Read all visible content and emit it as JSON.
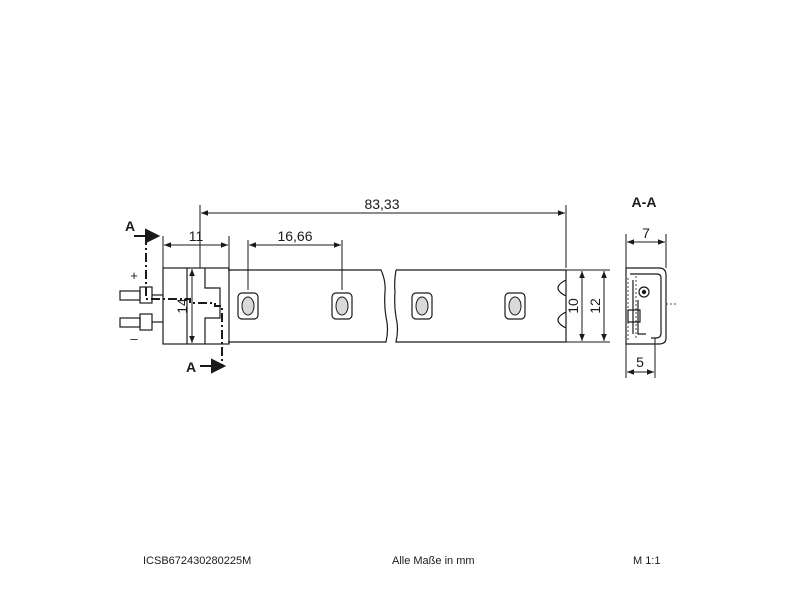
{
  "dimensions": {
    "total_length": "83,33",
    "connector_length": "11",
    "led_pitch": "16,66",
    "connector_height": "14",
    "strip_height_inner": "10",
    "strip_height_outer": "12",
    "section_width_top": "7",
    "section_width_bottom": "5"
  },
  "section": {
    "title": "A-A",
    "marker_top": "A",
    "marker_bottom": "A"
  },
  "polarity": {
    "plus": "+",
    "minus": "–"
  },
  "footer": {
    "article_number": "ICSB672430280225M",
    "units_note": "Alle Maße in mm",
    "scale": "M 1:1"
  },
  "colors": {
    "line": "#1a1a1a",
    "led_fill": "#d9d9d9"
  },
  "leds": {
    "count": 4
  }
}
